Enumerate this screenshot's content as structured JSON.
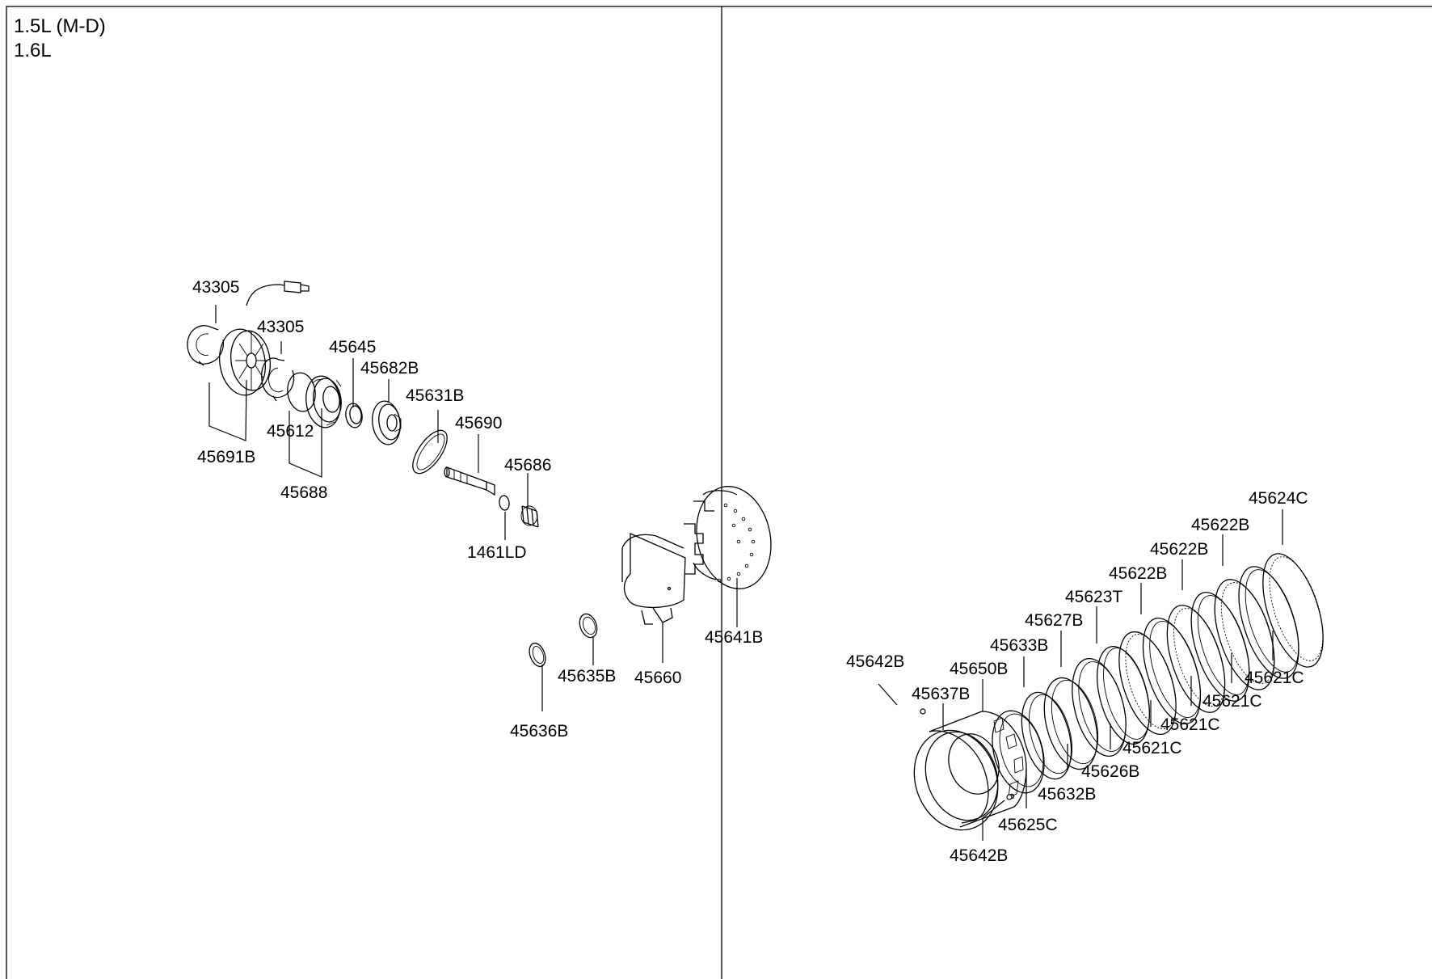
{
  "header": {
    "engine_1": "1.5L (M-D)",
    "engine_2": "1.6L"
  },
  "parts": [
    "43305",
    "43305",
    "45645",
    "45682B",
    "45631B",
    "45690",
    "45686",
    "45691B",
    "45612",
    "45688",
    "1461LD",
    "45641B",
    "45660",
    "45635B",
    "45636B",
    "45624C",
    "45622B",
    "45622B",
    "45622B",
    "45623T",
    "45627B",
    "45633B",
    "45650B",
    "45642B",
    "45637B",
    "45621C",
    "45621C",
    "45621C",
    "45621C",
    "45626B",
    "45632B",
    "45625C",
    "45642B"
  ]
}
